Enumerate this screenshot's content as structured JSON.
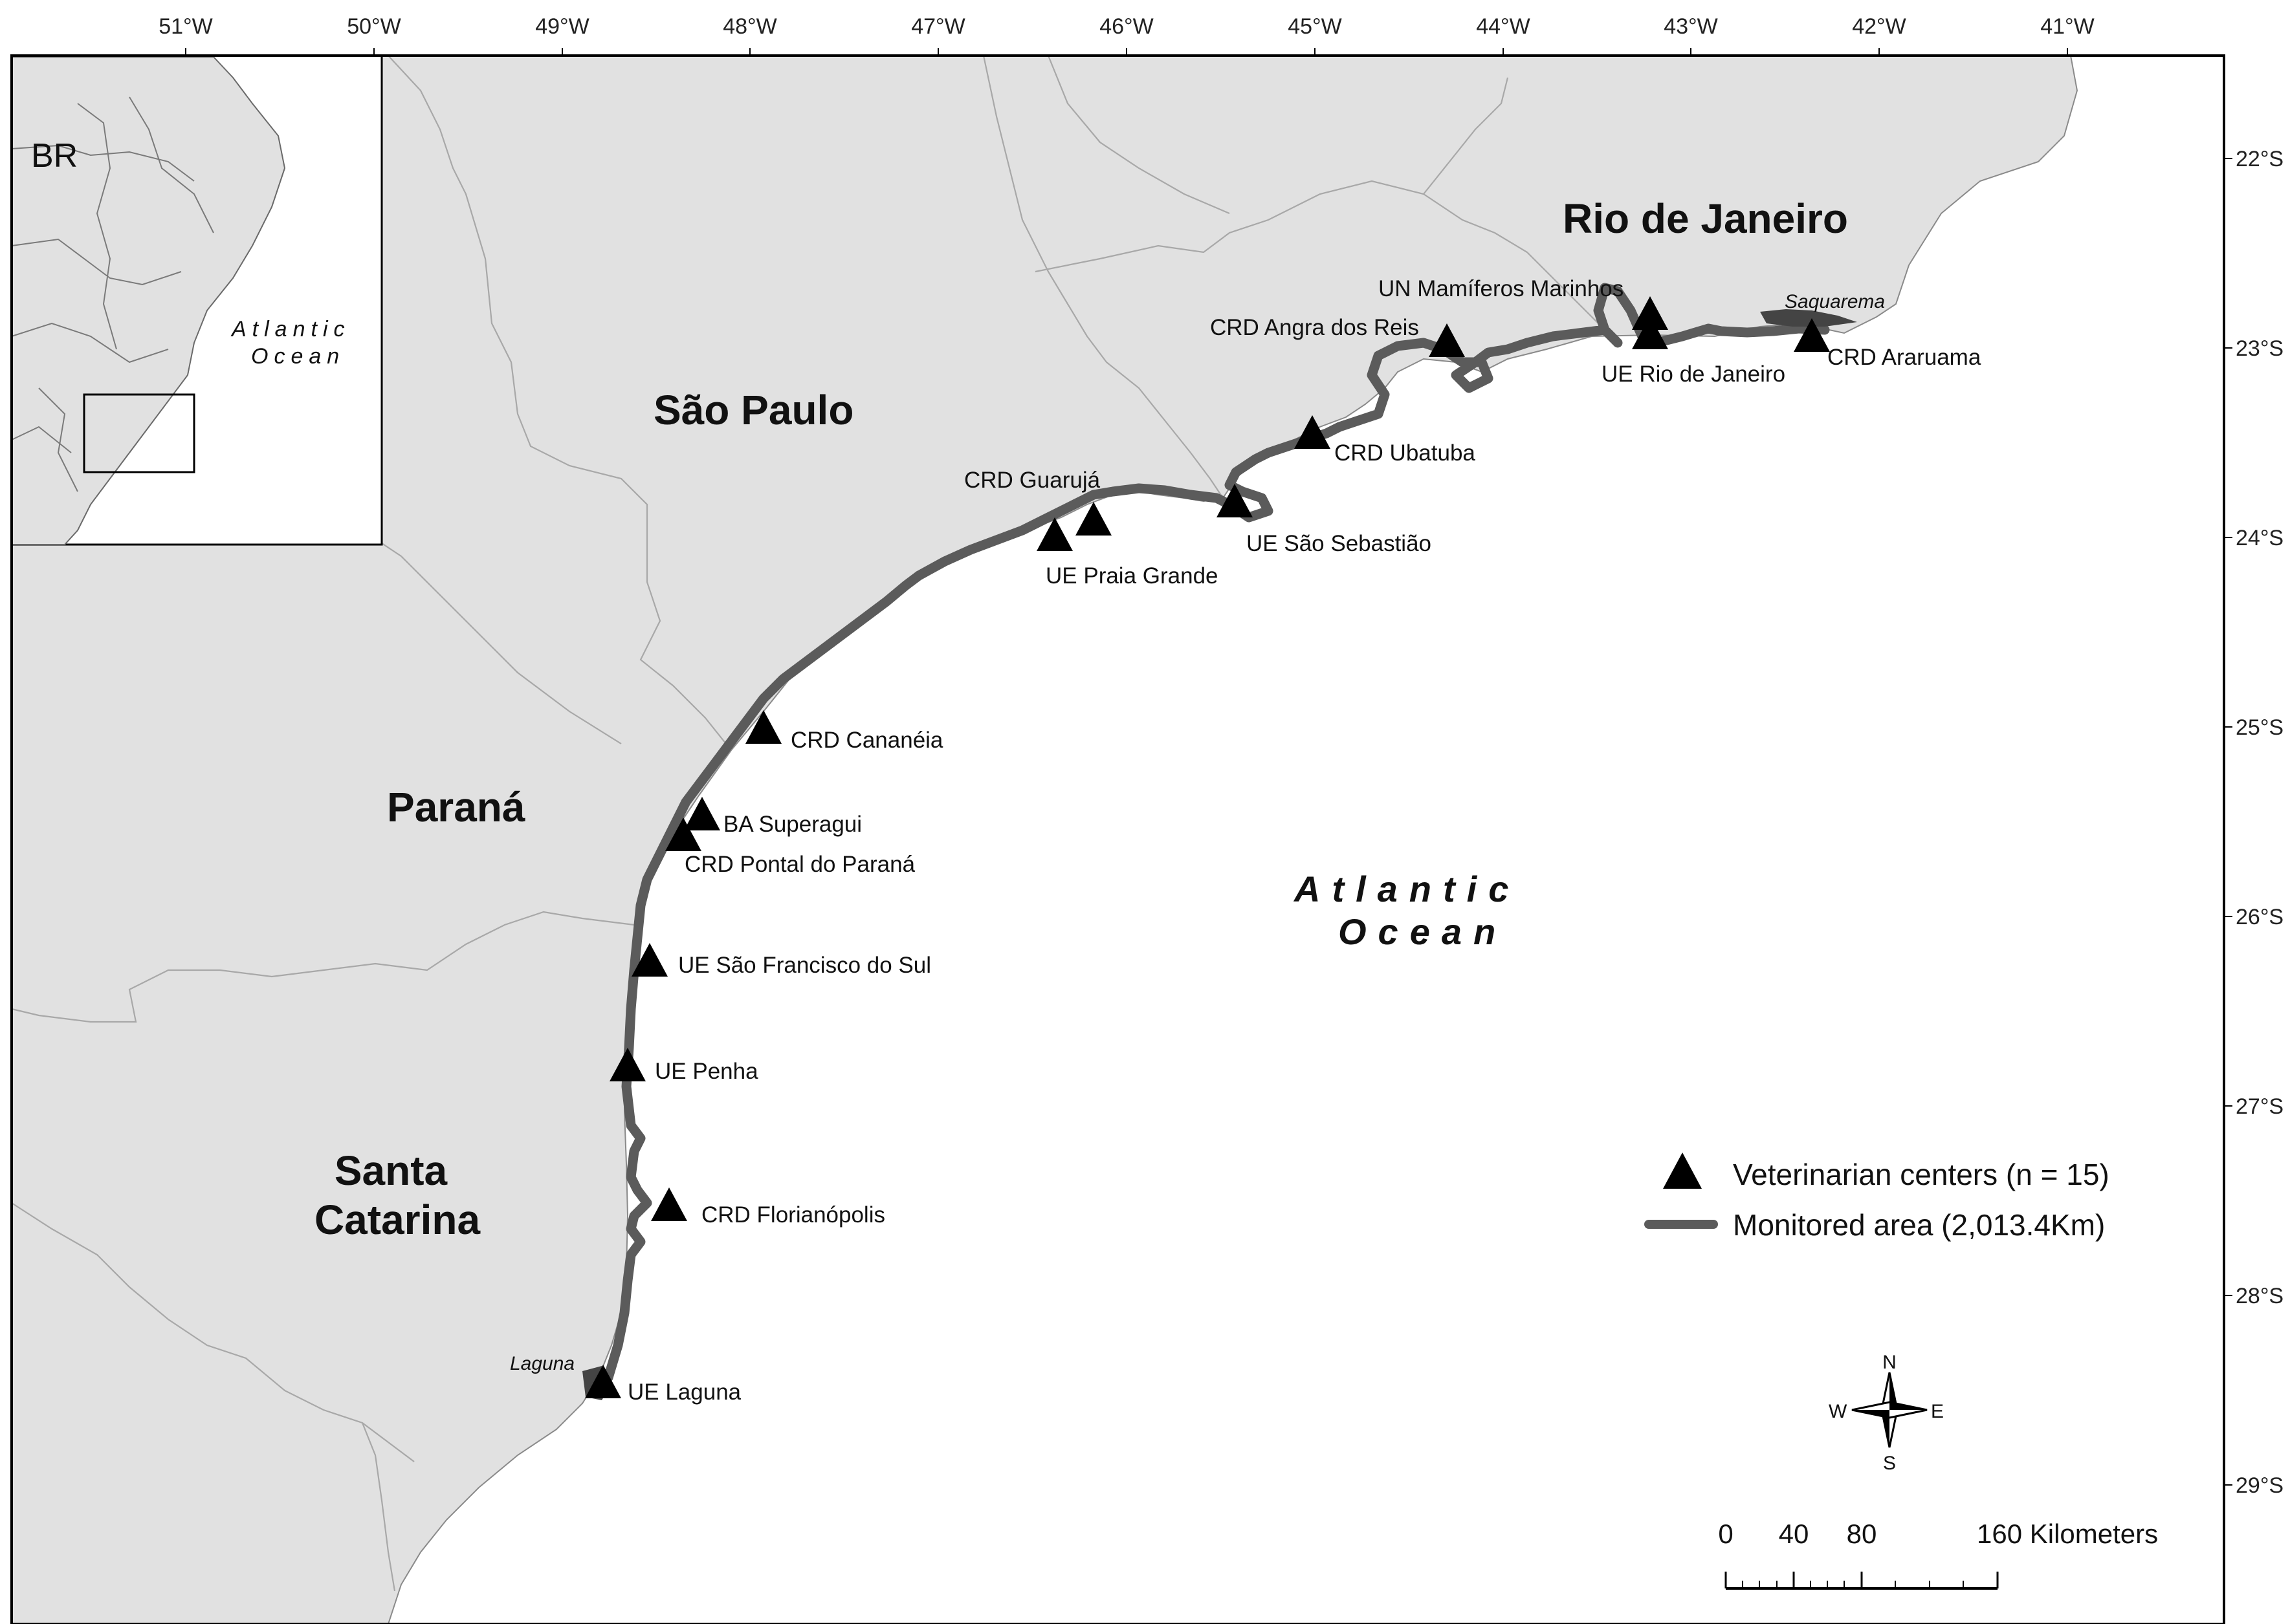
{
  "longitude_labels": [
    "51°W",
    "50°W",
    "49°W",
    "48°W",
    "47°W",
    "46°W",
    "45°W",
    "44°W",
    "43°W",
    "42°W",
    "41°W"
  ],
  "latitude_labels": [
    "22°S",
    "23°S",
    "24°S",
    "25°S",
    "26°S",
    "27°S",
    "28°S",
    "29°S"
  ],
  "states": {
    "sao_paulo": "São Paulo",
    "rio_de_janeiro": "Rio de Janeiro",
    "parana": "Paraná",
    "santa_catarina_line1": "Santa",
    "santa_catarina_line2": "Catarina"
  },
  "ocean_label": {
    "line1": "Atlantic",
    "line2": "Ocean"
  },
  "inset": {
    "country": "BR",
    "ocean_line1": "Atlantic",
    "ocean_line2": "Ocean"
  },
  "places": {
    "saquarema": "Saquarema",
    "laguna": "Laguna"
  },
  "sites": [
    {
      "id": "un-mamiferos-marinhos",
      "label": "UN Mamíferos Marinhos"
    },
    {
      "id": "crd-angra-dos-reis",
      "label": "CRD Angra dos Reis"
    },
    {
      "id": "ue-rio-de-janeiro",
      "label": "UE Rio de Janeiro"
    },
    {
      "id": "crd-araruama",
      "label": "CRD Araruama"
    },
    {
      "id": "crd-ubatuba",
      "label": "CRD Ubatuba"
    },
    {
      "id": "crd-guaruja",
      "label": "CRD Guarujá"
    },
    {
      "id": "ue-sao-sebastiao",
      "label": "UE São Sebastião"
    },
    {
      "id": "ue-praia-grande",
      "label": "UE Praia Grande"
    },
    {
      "id": "crd-cananeia",
      "label": "CRD Cananéia"
    },
    {
      "id": "ba-superagui",
      "label": "BA Superagui"
    },
    {
      "id": "crd-pontal-do-parana",
      "label": "CRD Pontal do Paraná"
    },
    {
      "id": "ue-sao-francisco-do-sul",
      "label": "UE São Francisco do Sul"
    },
    {
      "id": "ue-penha",
      "label": "UE Penha"
    },
    {
      "id": "crd-florianopolis",
      "label": "CRD Florianópolis"
    },
    {
      "id": "ue-laguna",
      "label": "UE Laguna"
    }
  ],
  "legend": {
    "centers": "Veterinarian centers (n = 15)",
    "monitored": "Monitored area (2,013.4Km)"
  },
  "compass": {
    "n": "N",
    "s": "S",
    "e": "E",
    "w": "W"
  },
  "scale_bar": {
    "labels": [
      "0",
      "40",
      "80",
      "160 Kilometers"
    ]
  },
  "colors": {
    "land": "#e1e1e1",
    "sea": "#ffffff",
    "monitored_line": "#5b5b5b",
    "marker": "#000000"
  }
}
